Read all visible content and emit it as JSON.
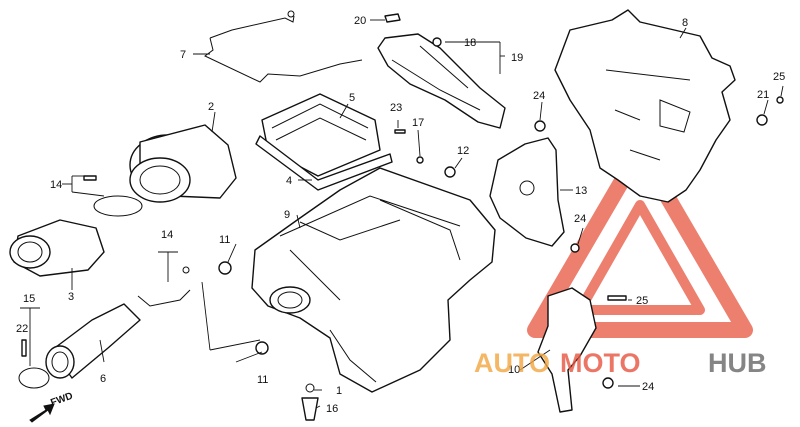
{
  "labels": {
    "l1": "1",
    "l2": "2",
    "l3": "3",
    "l4": "4",
    "l5": "5",
    "l6": "6",
    "l7": "7",
    "l8": "8",
    "l9": "9",
    "l10": "10",
    "l11a": "11",
    "l11b": "11",
    "l13": "13",
    "l14a": "14",
    "l14b": "14",
    "l15": "15",
    "l16": "16",
    "l17": "17",
    "l18": "18",
    "l19": "19",
    "l20": "20",
    "l21": "21",
    "l22": "22",
    "l23": "23",
    "l24a": "24",
    "l24b": "24",
    "l24c": "24",
    "l25a": "25",
    "l25b": "25",
    "l12": "12"
  },
  "fwd_label": "FWD",
  "watermark": {
    "part1": "AUTO",
    "part2": "MOTO",
    "part3": "HUB",
    "color_red": "#e8553f",
    "color_orange": "#f2a640",
    "color_gray": "#707070"
  }
}
